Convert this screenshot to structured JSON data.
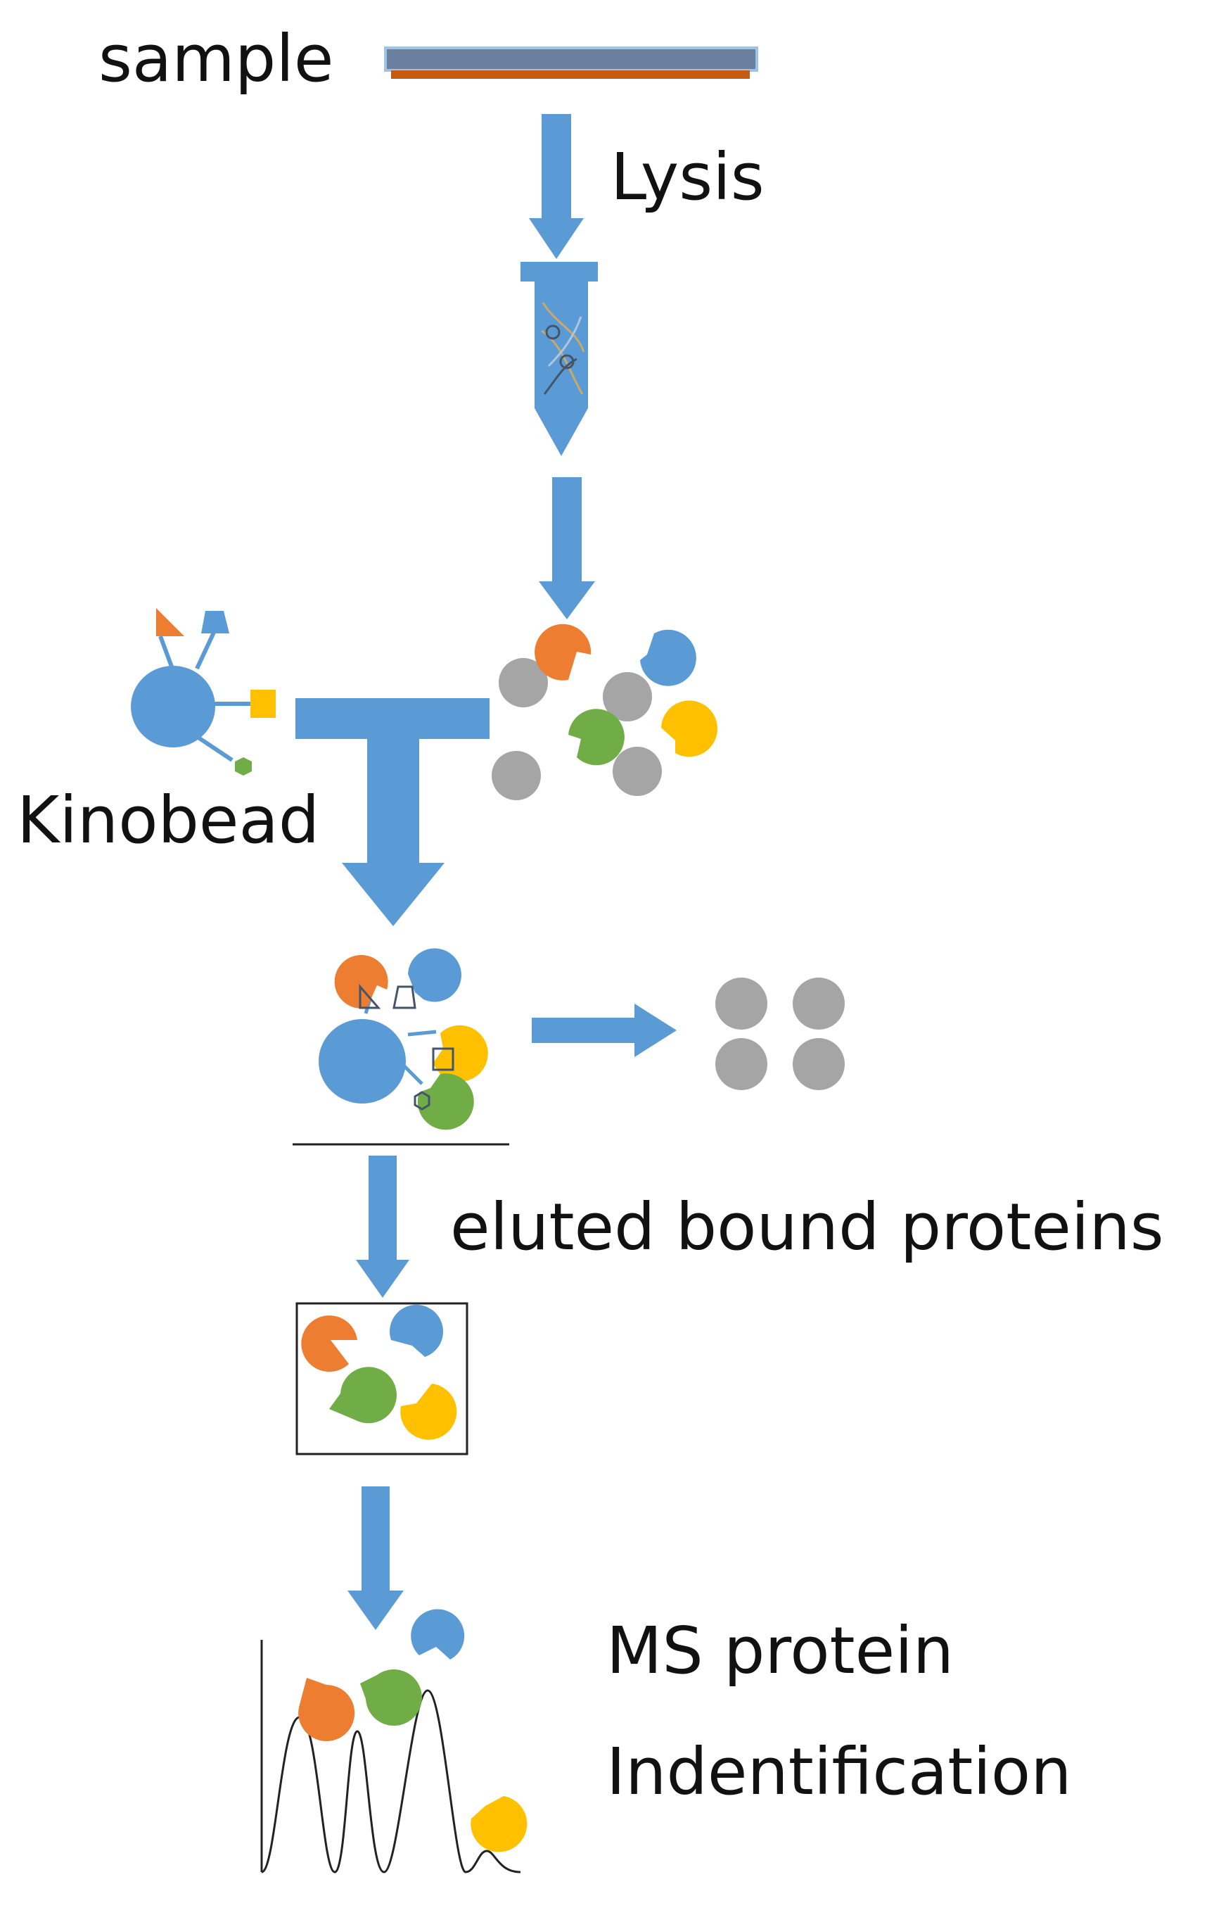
{
  "labels": {
    "sample": "sample",
    "lysis": "Lysis",
    "kinobead": "Kinobead",
    "eluted": "eluted bound proteins",
    "ms_line1": "MS protein",
    "ms_line2": "Indentification"
  },
  "colors": {
    "arrow": "#5b9bd5",
    "bead": "#5b9bd5",
    "orange": "#ed7d31",
    "blue": "#5b9bd5",
    "green": "#70ad47",
    "yellow": "#ffc000",
    "gray": "#a5a5a5",
    "slide_top": "#6b7f9e",
    "slide_bottom": "#c55a11",
    "line": "#222222"
  }
}
